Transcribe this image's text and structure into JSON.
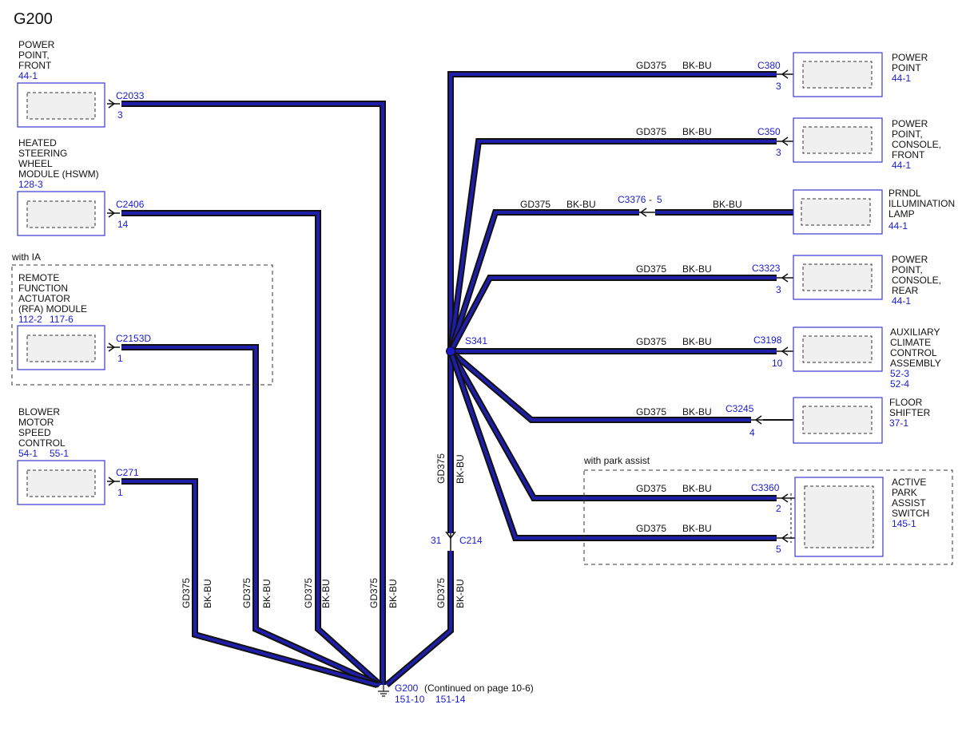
{
  "title": "G200",
  "components": {
    "power_point_front": {
      "name": [
        "POWER",
        "POINT,",
        "FRONT"
      ],
      "refs": [
        "44-1"
      ],
      "connector": "C2033",
      "pin": "3"
    },
    "hswm": {
      "name": [
        "HEATED",
        "STEERING",
        "WHEEL",
        "MODULE (HSWM)"
      ],
      "refs": [
        "128-3"
      ],
      "connector": "C2406",
      "pin": "14"
    },
    "rfa": {
      "name": [
        "REMOTE",
        "FUNCTION",
        "ACTUATOR",
        "(RFA) MODULE"
      ],
      "refs": [
        "112-2",
        "117-6"
      ],
      "connector": "C2153D",
      "pin": "1"
    },
    "blower": {
      "name": [
        "BLOWER",
        "MOTOR",
        "SPEED",
        "CONTROL"
      ],
      "refs": [
        "54-1",
        "55-1"
      ],
      "connector": "C271",
      "pin": "1"
    },
    "power_point": {
      "name": [
        "POWER",
        "POINT"
      ],
      "refs": [
        "44-1"
      ],
      "connector": "C380",
      "pin": "3"
    },
    "power_point_console_front": {
      "name": [
        "POWER",
        "POINT,",
        "CONSOLE,",
        "FRONT"
      ],
      "refs": [
        "44-1"
      ],
      "connector": "C350",
      "pin": "3"
    },
    "prndl": {
      "name": [
        "PRNDL",
        "ILLUMINATION",
        "LAMP"
      ],
      "refs": [
        "44-1"
      ],
      "connector": "C3376",
      "pin": "5"
    },
    "power_point_console_rear": {
      "name": [
        "POWER",
        "POINT,",
        "CONSOLE,",
        "REAR"
      ],
      "refs": [
        "44-1"
      ],
      "connector": "C3323",
      "pin": "3"
    },
    "aux_climate": {
      "name": [
        "AUXILIARY",
        "CLIMATE",
        "CONTROL",
        "ASSEMBLY"
      ],
      "refs": [
        "52-3",
        "52-4"
      ],
      "connector": "C3198",
      "pin": "10"
    },
    "floor_shifter": {
      "name": [
        "FLOOR",
        "SHIFTER"
      ],
      "refs": [
        "37-1"
      ],
      "connector": "C3245",
      "pin": "4"
    },
    "park_assist": {
      "name": [
        "ACTIVE",
        "PARK",
        "ASSIST",
        "SWITCH"
      ],
      "refs": [
        "145-1"
      ],
      "connector": "C3360",
      "pins": [
        "2",
        "5"
      ]
    }
  },
  "options": {
    "ia": "with IA",
    "park_assist": "with park assist"
  },
  "wire": {
    "circuit": "GD375",
    "color": "BK-BU",
    "dash": "-"
  },
  "splice": "S341",
  "inline_connector": {
    "name": "C214",
    "pin": "31"
  },
  "ground": {
    "name": "G200",
    "note": "(Continued on page 10-6)",
    "refs": [
      "151-10",
      "151-14"
    ]
  },
  "colors": {
    "wire_outer": "#111111",
    "wire_inner": "#1e1ea8",
    "ref_text": "#1a1acc",
    "box_border": "#3a3ad0"
  }
}
